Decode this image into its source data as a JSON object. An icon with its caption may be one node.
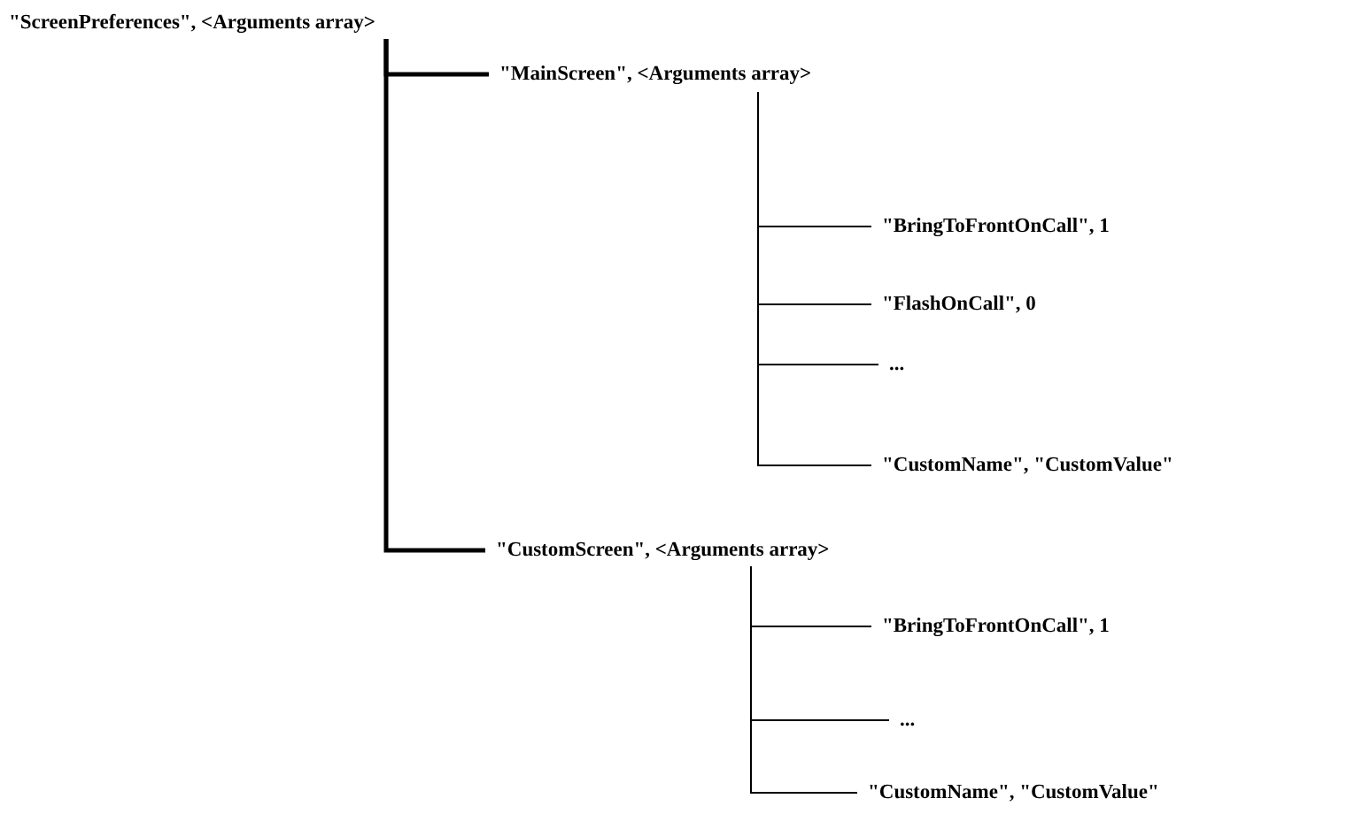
{
  "diagram": {
    "nodes": [
      {
        "text": [
          "\"ScreenPreferences\", <Arguments array>"
        ]
      },
      {
        "text": [
          "\"MainScreen\", <Arguments array>"
        ]
      },
      {
        "text": [
          "\"BringToFrontOnCall\", 1"
        ]
      },
      {
        "text": [
          "\"FlashOnCall\", 0"
        ]
      },
      {
        "text": [
          "..."
        ]
      },
      {
        "text": [
          "\"CustomName\", \"CustomValue\""
        ]
      },
      {
        "text": [
          "\"CustomScreen\", <Arguments array>"
        ]
      },
      {
        "text": [
          "\"BringToFrontOnCall\", 1"
        ]
      },
      {
        "text": [
          "..."
        ]
      },
      {
        "text": [
          "\"CustomName\", \"CustomValue\""
        ]
      }
    ],
    "edges": [
      {
        "from": 0,
        "to": 1,
        "arrow": "none",
        "style": "thick"
      },
      {
        "from": 0,
        "to": 6,
        "arrow": "none",
        "style": "thick"
      },
      {
        "from": 1,
        "to": 2,
        "arrow": "none"
      },
      {
        "from": 1,
        "to": 3,
        "arrow": "none"
      },
      {
        "from": 1,
        "to": 4,
        "arrow": "none"
      },
      {
        "from": 1,
        "to": 5,
        "arrow": "none"
      },
      {
        "from": 6,
        "to": 7,
        "arrow": "none"
      },
      {
        "from": 6,
        "to": 8,
        "arrow": "none"
      },
      {
        "from": 6,
        "to": 9,
        "arrow": "none"
      }
    ]
  }
}
